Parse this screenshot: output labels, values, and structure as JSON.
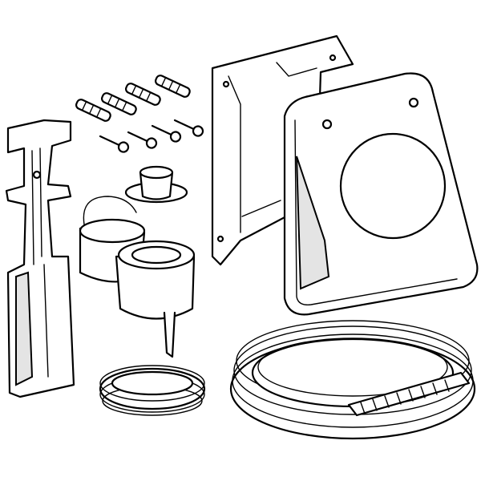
{
  "illustration": {
    "parts": [
      "wall-plugs",
      "screws",
      "mounting-plate",
      "cover-plate",
      "mounting-rail",
      "cap",
      "valve",
      "small-tube-coil",
      "conduit-coil"
    ],
    "colors": {
      "line": "#000000",
      "fill": "#ffffff",
      "shade": "#e4e4e4"
    }
  }
}
